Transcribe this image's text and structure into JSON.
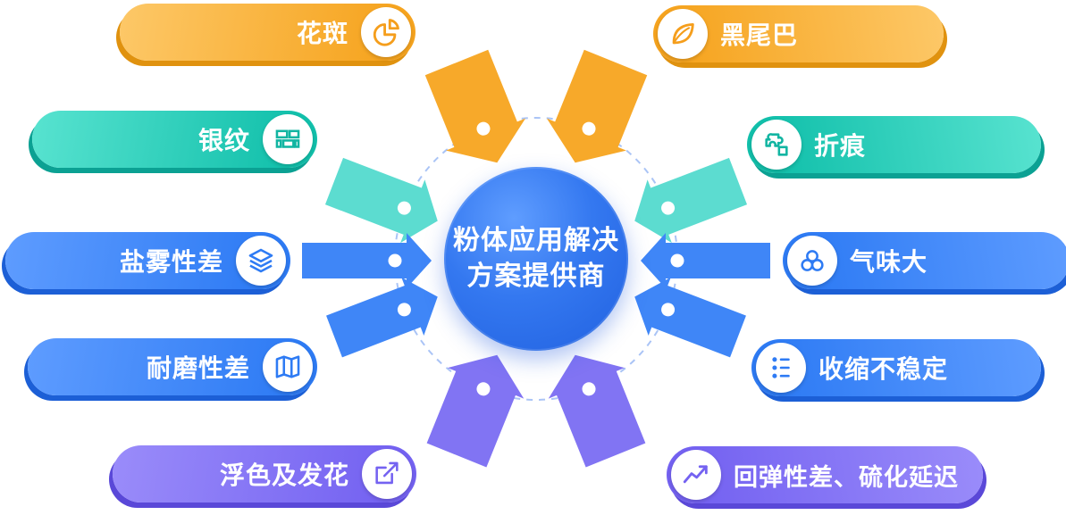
{
  "center": {
    "line1": "粉体应用解决",
    "line2": "方案提供商"
  },
  "items": [
    {
      "label": "花斑",
      "icon": "pie-chart",
      "side": "left",
      "theme": "orange"
    },
    {
      "label": "黑尾巴",
      "icon": "leaf",
      "side": "right",
      "theme": "orange"
    },
    {
      "label": "银纹",
      "icon": "bricks",
      "side": "left",
      "theme": "teal"
    },
    {
      "label": "折痕",
      "icon": "puzzle",
      "side": "right",
      "theme": "teal"
    },
    {
      "label": "盐雾性差",
      "icon": "layers",
      "side": "left",
      "theme": "blue"
    },
    {
      "label": "气味大",
      "icon": "bubbles",
      "side": "right",
      "theme": "blue"
    },
    {
      "label": "耐磨性差",
      "icon": "map",
      "side": "left",
      "theme": "blue"
    },
    {
      "label": "收缩不稳定",
      "icon": "list-dots",
      "side": "right",
      "theme": "blue"
    },
    {
      "label": "浮色及发花",
      "icon": "edit-arrow",
      "side": "left",
      "theme": "purple"
    },
    {
      "label": "回弹性差、硫化延迟",
      "icon": "trend-line",
      "side": "right",
      "theme": "purple"
    }
  ],
  "colors": {
    "orange": "#f5a321",
    "teal": "#12c0ab",
    "blue": "#2e7bf4",
    "purple": "#7462f1",
    "center_blue": "#2f6fe8",
    "ring": "#aac4f6"
  }
}
